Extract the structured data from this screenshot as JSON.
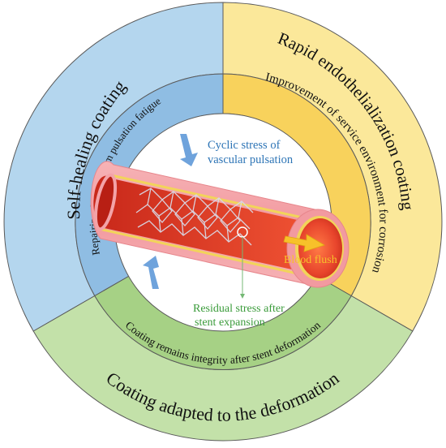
{
  "outer_ring": {
    "self_healing": "Self-healing coating",
    "rapid_endothelialization": "Rapid endothelialization coating",
    "deformation_adapted": "Coating adapted to the deformation"
  },
  "inner_ring": {
    "repairing_damage": "Repairing damage from pulsation fatigue",
    "service_environment": "Improvement of service environment for corrosion",
    "remains_integrity": "Coating remains integrity after stent deformation"
  },
  "center": {
    "cyclic_stress_line1": "Cyclic stress of",
    "cyclic_stress_line2": "vascular pulsation",
    "blood_flush": "Blood flush",
    "residual_stress_line1": "Residual stress after",
    "residual_stress_line2": "stent expansion"
  },
  "colors": {
    "blue_outer": "#b4d6ee",
    "blue_inner": "#8fbde3",
    "yellow_outer": "#fbe89a",
    "yellow_inner": "#f8d25c",
    "green_outer": "#c3e1a9",
    "green_inner": "#a6d185",
    "vessel_red": "#e8452c",
    "arrow_blue": "#6fa3dc",
    "flow_arrow": "#f7c12a"
  }
}
